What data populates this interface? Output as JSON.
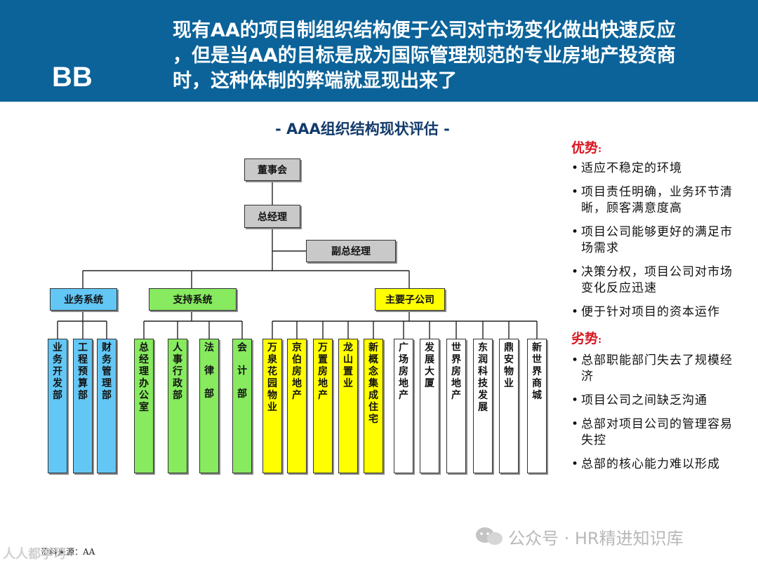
{
  "header": {
    "tag": "BB",
    "title_lines": [
      "现有AA的项目制组织结构便于公司对市场变化做出快速反应",
      "，但是当AA的目标是成为国际管理规范的专业房地产投资商",
      "时，这种体制的弊端就显现出来了"
    ]
  },
  "subtitle": "- AAA组织结构现状评估 -",
  "org": {
    "board": "董事会",
    "gm": "总经理",
    "deputy_gm": "副总经理",
    "business_system": "业务系统",
    "support_system": "支持系统",
    "subsidiaries": "主要子公司",
    "business_units": [
      "业务开发部",
      "工程预算部",
      "财务管理部"
    ],
    "support_units": [
      "总经理办公室",
      "人事行政部",
      "法律部",
      "会计部"
    ],
    "main_subsidiaries": [
      "万泉花园物业",
      "京伯房地产",
      "万置房地产",
      "龙山置业",
      "新概念集成住宅"
    ],
    "other_subsidiaries": [
      "广场房地产",
      "发展大厦",
      "世界房地产",
      "东润科技发展",
      "鼎安物业",
      "新世界商城"
    ]
  },
  "colors": {
    "header_bg": "#0b6399",
    "gray": "#c9c9c9",
    "blue": "#63c7f6",
    "green": "#87ea5f",
    "yellow": "#ffff00",
    "accent_red": "#d9141e"
  },
  "advantages": {
    "title": "优势",
    "colon": ":",
    "items": [
      "适应不稳定的环境",
      "项目责任明确，业务环节清晰，顾客满意度高",
      "项目公司能够更好的满足市场需求",
      "决策分权，项目公司对市场变化反应迅速",
      "便于针对项目的资本运作"
    ]
  },
  "disadvantages": {
    "title": "劣势",
    "colon": ":",
    "items": [
      "总部职能部门失去了规模经济",
      "项目公司之间缺乏沟通",
      "总部对项目公司的管理容易失控",
      "总部的核心能力难以形成"
    ]
  },
  "source": "资料来源：AA",
  "watermark": "公众号 · HR精进知识库",
  "logo_text": "人人都学习"
}
